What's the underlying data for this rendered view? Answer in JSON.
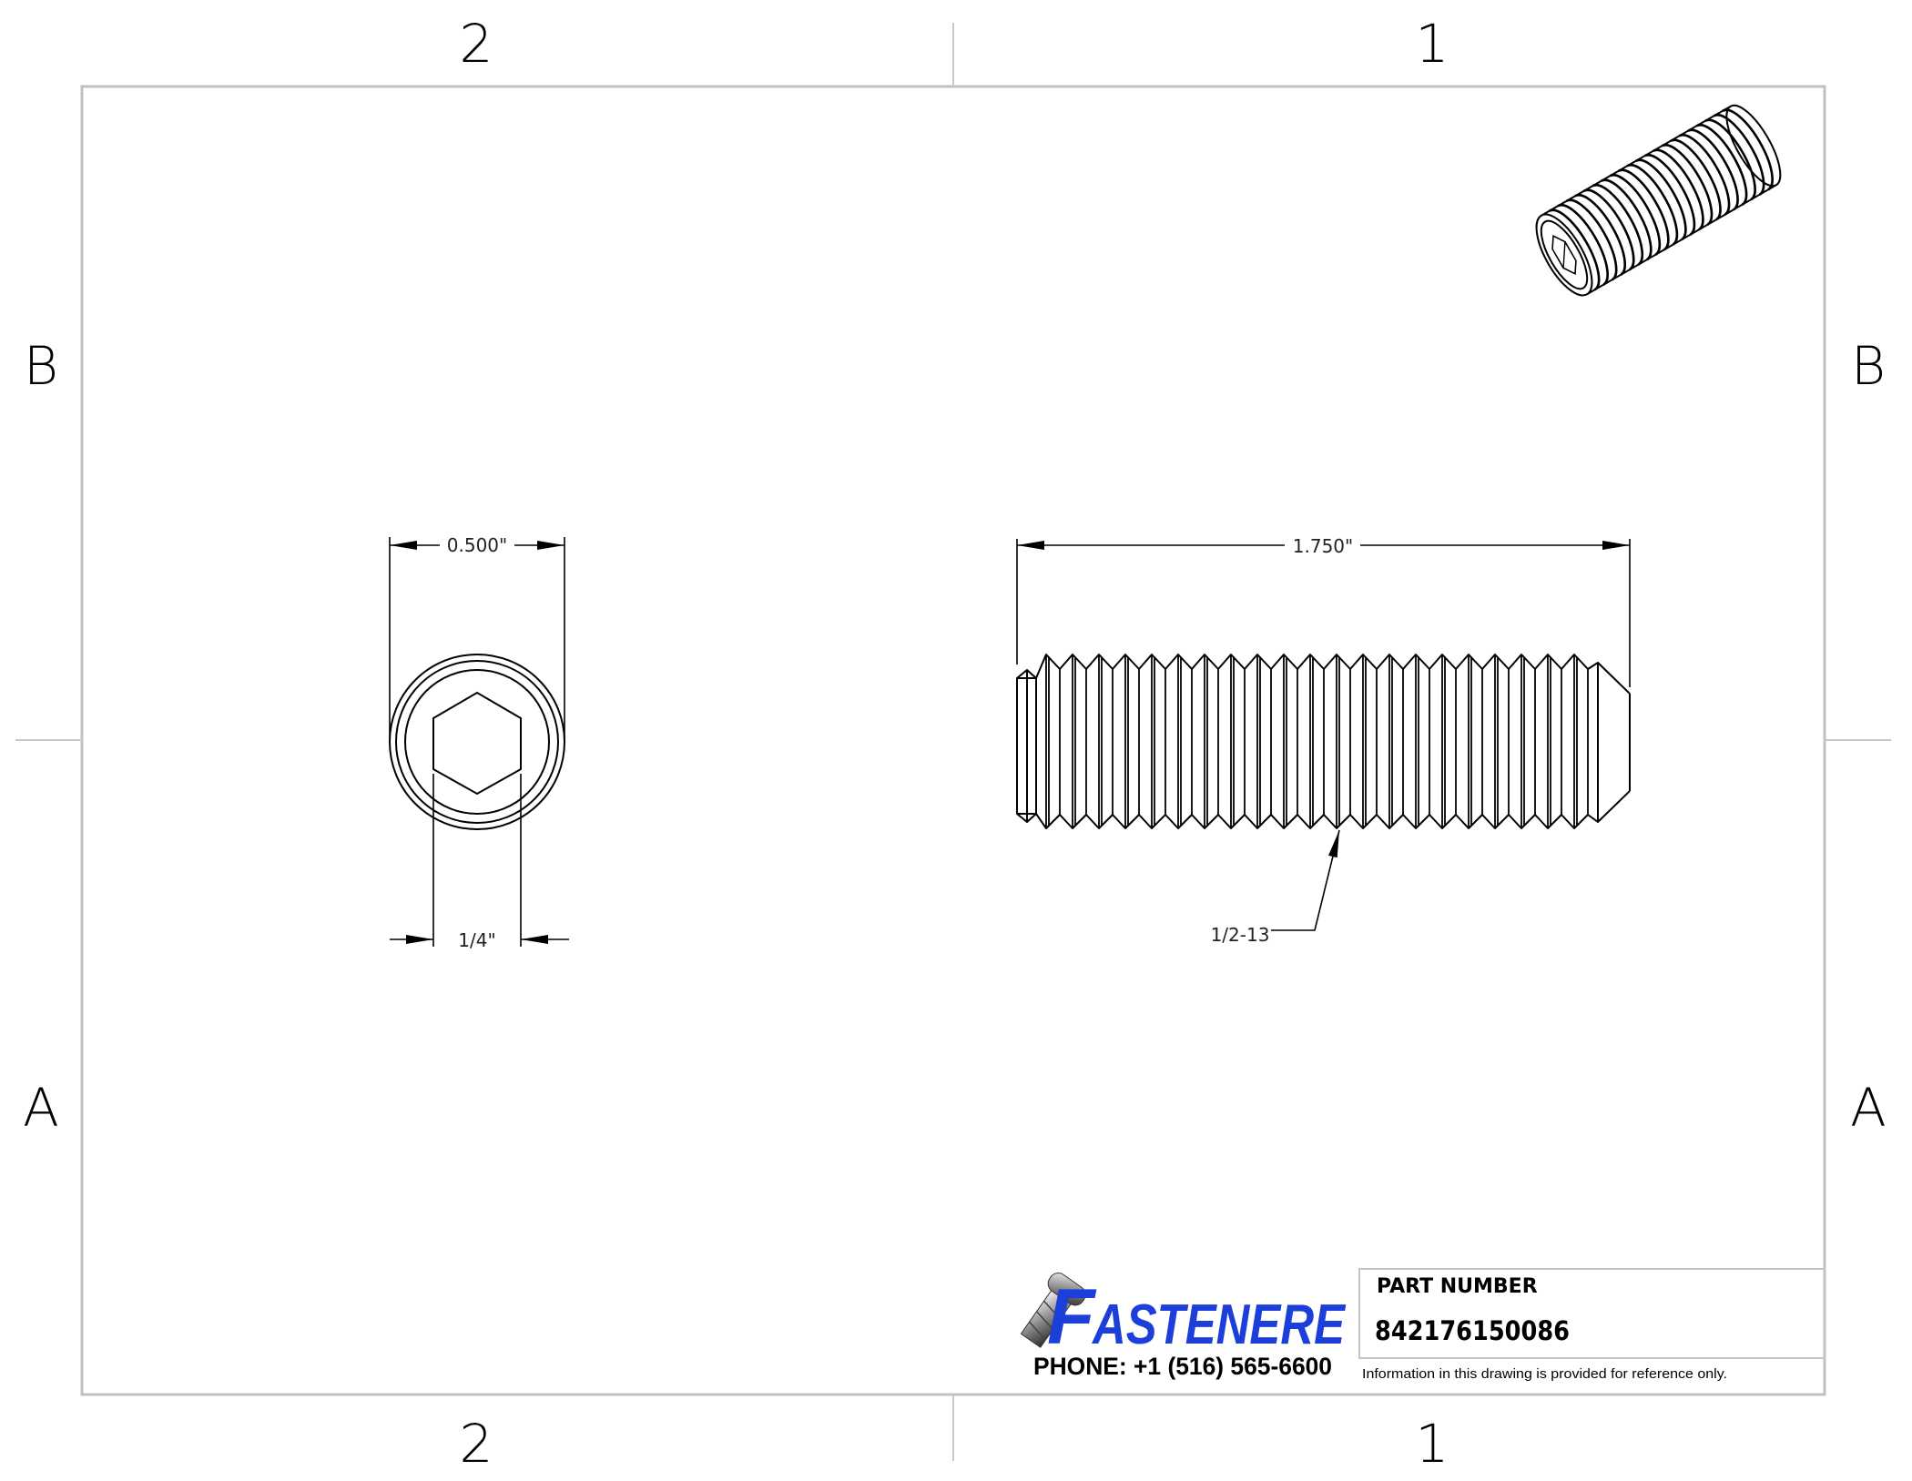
{
  "sheet": {
    "zones": {
      "columns_top": [
        "2",
        "1"
      ],
      "columns_bottom": [
        "2",
        "1"
      ],
      "rows_left": [
        "B",
        "A"
      ],
      "rows_right": [
        "B",
        "A"
      ]
    },
    "border_color": "#c0c0c0"
  },
  "views": {
    "end_view": {
      "outer_diameter_label": "0.500\"",
      "hex_socket_label": "1/4\""
    },
    "side_view": {
      "length_label": "1.750\"",
      "thread_callout": "1/2-13",
      "thread_count": 22
    },
    "isometric_view": {
      "description": "socket set screw"
    }
  },
  "title_block": {
    "logo_text": "FASTENERE",
    "logo_color": "#1c3fd9",
    "phone": "PHONE: +1 (516) 565-6600",
    "part_number_label": "PART NUMBER",
    "part_number": "842176150086",
    "disclaimer": "Information in this drawing is provided for reference only."
  }
}
